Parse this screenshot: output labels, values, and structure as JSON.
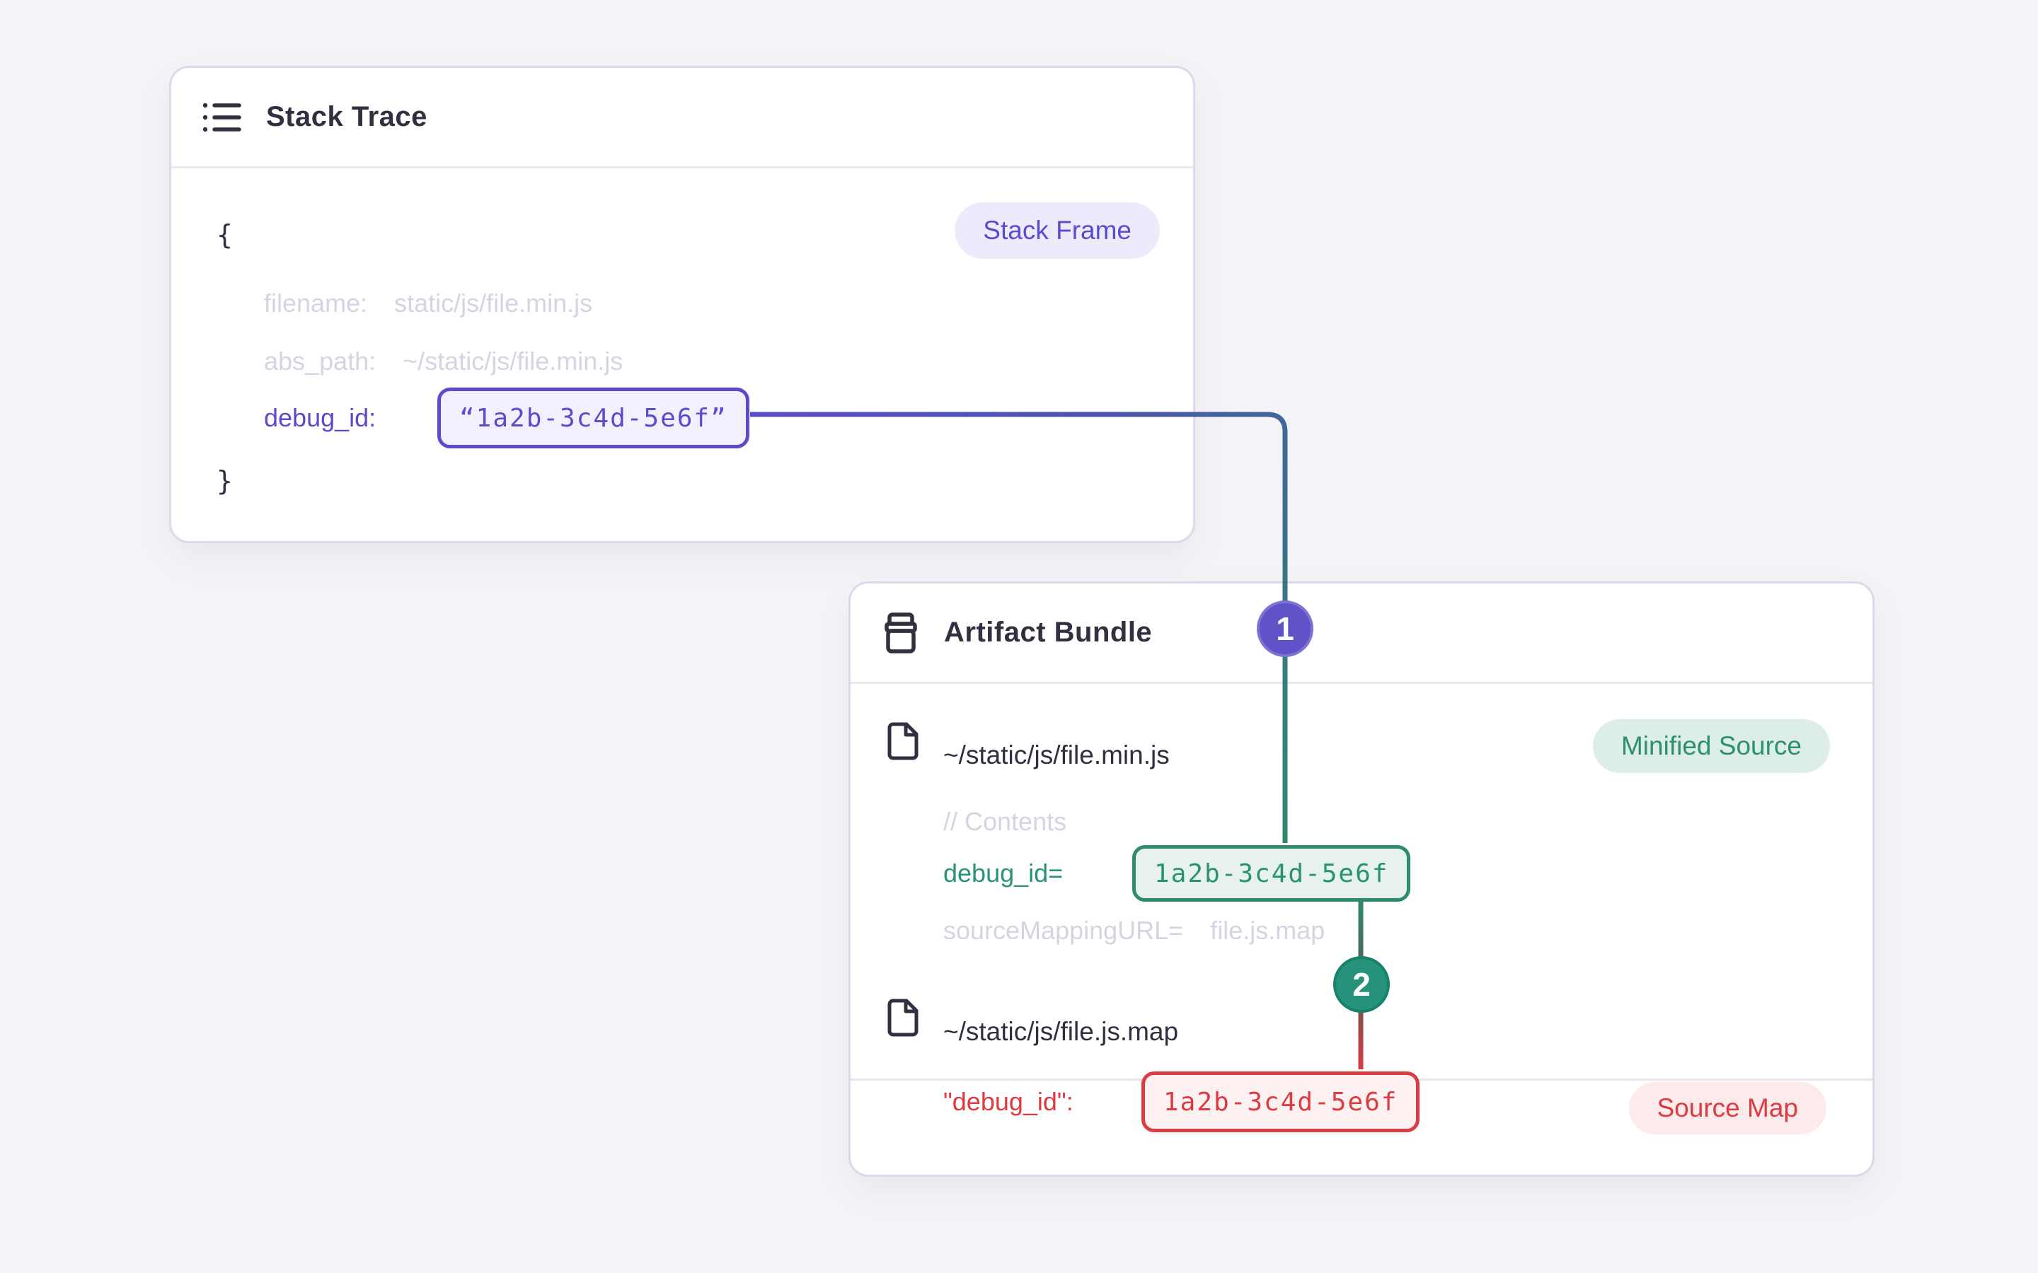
{
  "colors": {
    "accent_purple": "#5b4ccc",
    "accent_green": "#2e8b6e",
    "accent_red": "#dd3c42",
    "text_dark": "#332e40",
    "text_muted": "#d6d3e2",
    "page_bg": "#f4f4f8"
  },
  "stack_card": {
    "title": "Stack Trace",
    "frame_badge": "Stack Frame",
    "brace_open": "{",
    "brace_close": "}",
    "filename_label": "filename:",
    "filename_value": "static/js/file.min.js",
    "abs_path_label": "abs_path:",
    "abs_path_value": "~/static/js/file.min.js",
    "debug_id_label": "debug_id:",
    "debug_id_value": "“1a2b-3c4d-5e6f”"
  },
  "artifact_card": {
    "title": "Artifact Bundle",
    "minified_file": {
      "path": "~/static/js/file.min.js",
      "badge": "Minified Source",
      "contents_comment": "// Contents",
      "debug_id_label": "debug_id=",
      "debug_id_value": "1a2b-3c4d-5e6f",
      "source_mapping_label": "sourceMappingURL=",
      "source_mapping_value": "file.js.map"
    },
    "sourcemap_file": {
      "path": "~/static/js/file.js.map",
      "badge": "Source Map",
      "debug_id_label": "\"debug_id\":",
      "debug_id_value": "1a2b-3c4d-5e6f"
    }
  },
  "connectors": {
    "step1": "1",
    "step2": "2"
  }
}
